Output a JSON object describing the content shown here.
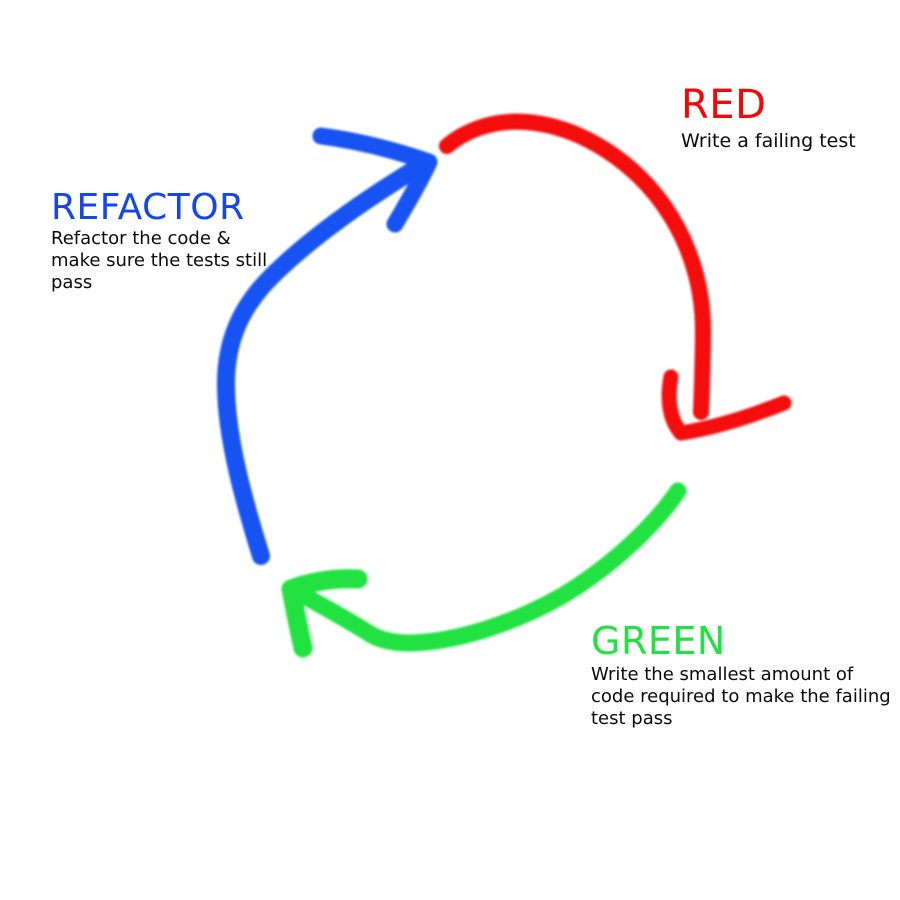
{
  "page": {
    "background": "#ffffff"
  },
  "colors": {
    "red": "#f30707",
    "green": "#21e243",
    "blue": "#1553f2",
    "blue_heading": "#1445ee",
    "body_text": "#0a0a0a"
  },
  "steps": {
    "red": {
      "title": "RED",
      "lines": [
        "Write a failing test"
      ]
    },
    "green": {
      "title": "GREEN",
      "lines": [
        "Write the smallest amount of",
        "code required to make the failing",
        "test pass"
      ]
    },
    "refactor": {
      "title": "REFACTOR",
      "lines": [
        "Refactor the code &",
        "make sure the tests still",
        "pass"
      ]
    }
  }
}
